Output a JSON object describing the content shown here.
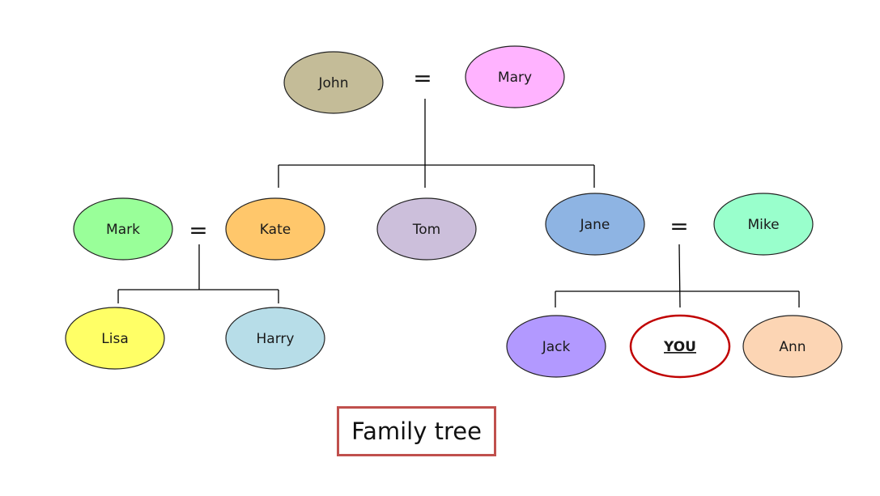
{
  "title": "Family tree",
  "marriage_symbol": "=",
  "people": {
    "john": {
      "name": "John",
      "color": "#c4bc98"
    },
    "mary": {
      "name": "Mary",
      "color": "#ffb3ff"
    },
    "mark": {
      "name": "Mark",
      "color": "#99ff99"
    },
    "kate": {
      "name": "Kate",
      "color": "#ffc76b"
    },
    "tom": {
      "name": "Tom",
      "color": "#ccbfdb"
    },
    "jane": {
      "name": "Jane",
      "color": "#8eb4e3"
    },
    "mike": {
      "name": "Mike",
      "color": "#99ffcc"
    },
    "lisa": {
      "name": "Lisa",
      "color": "#ffff66"
    },
    "harry": {
      "name": "Harry",
      "color": "#b7dde8"
    },
    "jack": {
      "name": "Jack",
      "color": "#b299ff"
    },
    "you": {
      "name": "YOU",
      "color": "#ffffff",
      "text_color": "#c00000",
      "border_color": "#c00000"
    },
    "ann": {
      "name": "Ann",
      "color": "#fcd5b4"
    }
  },
  "relations": {
    "marriages": [
      [
        "john",
        "mary"
      ],
      [
        "mark",
        "kate"
      ],
      [
        "jane",
        "mike"
      ]
    ],
    "children": {
      "john+mary": [
        "kate",
        "tom",
        "jane"
      ],
      "mark+kate": [
        "lisa",
        "harry"
      ],
      "jane+mike": [
        "jack",
        "you",
        "ann"
      ]
    }
  },
  "colors": {
    "line": "#000000",
    "title_border": "#c0504d"
  }
}
